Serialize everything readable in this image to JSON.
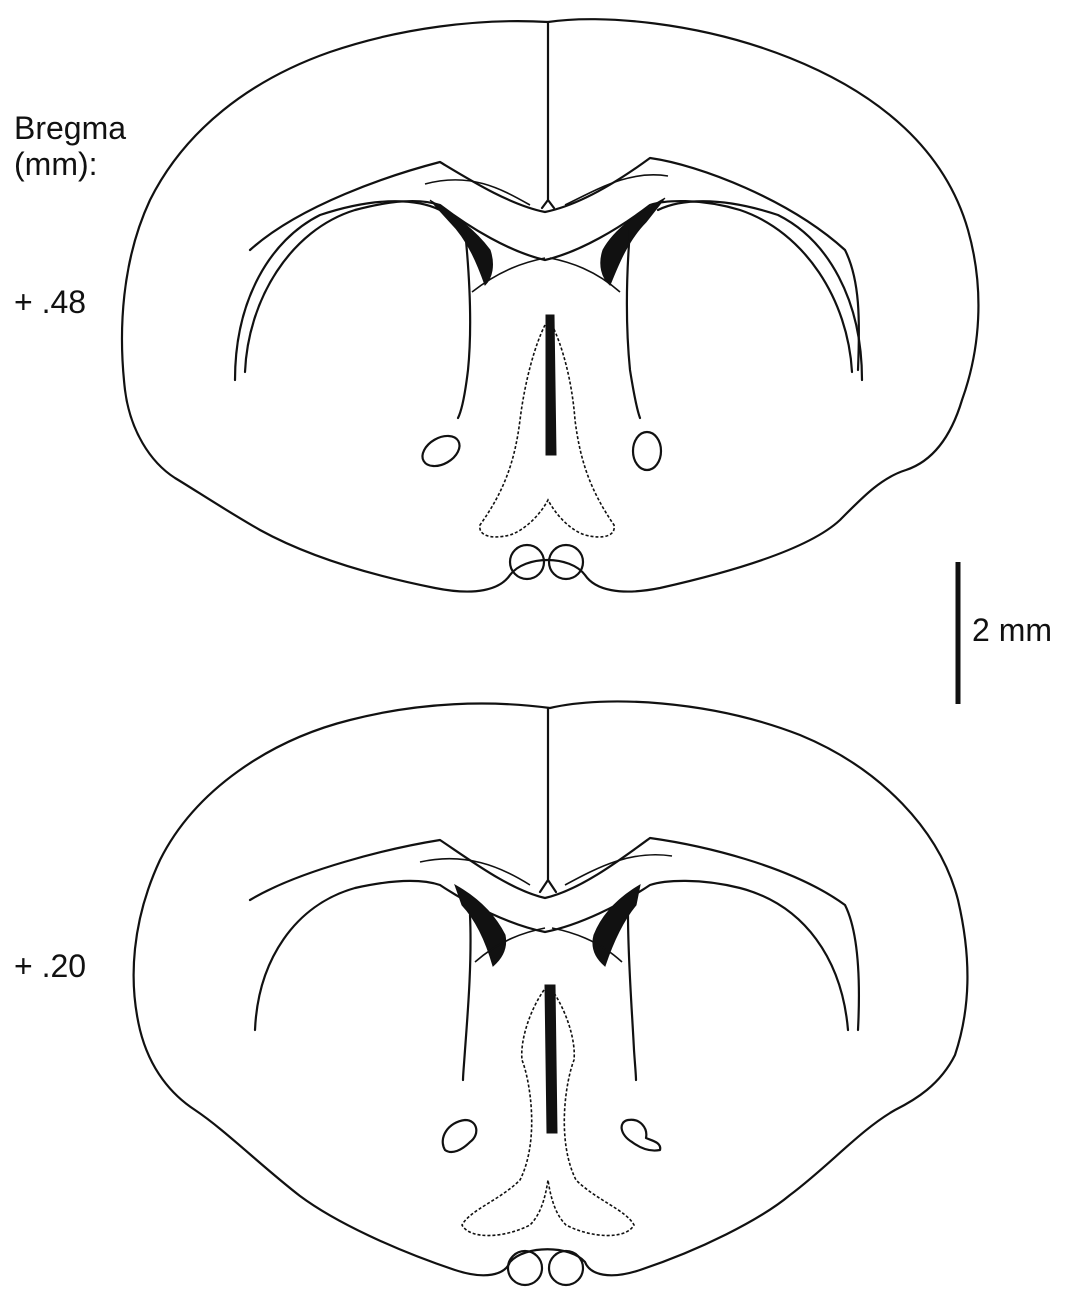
{
  "labels": {
    "bregma_title": "Bregma",
    "bregma_unit": "(mm):",
    "section_top": "+ .48",
    "section_bottom": "+ .20",
    "scale_bar": "2 mm"
  },
  "colors": {
    "line": "#111111",
    "background": "#ffffff"
  }
}
